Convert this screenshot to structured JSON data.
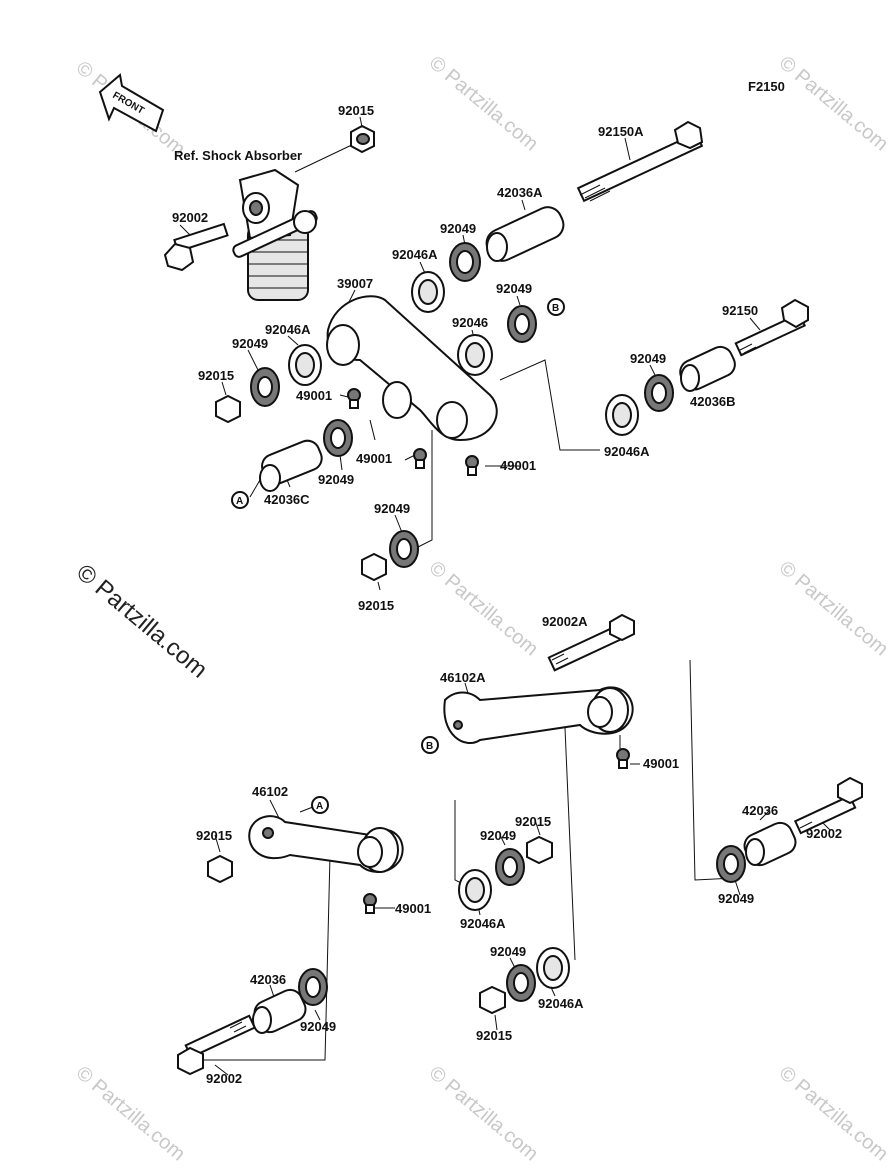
{
  "diagram_code": "F2150",
  "front_label": "FRONT",
  "ref_label": "Ref. Shock Absorber",
  "watermark": "© Partzilla.com",
  "markers": [
    "A",
    "B"
  ],
  "callouts": [
    "92015",
    "92002",
    "92150A",
    "42036A",
    "92049",
    "92046A",
    "39007",
    "92049",
    "92046",
    "92150",
    "92046A",
    "92049",
    "92015",
    "49001",
    "92049",
    "49001",
    "92049",
    "92046A",
    "42036B",
    "49001",
    "42036C",
    "92049",
    "92015",
    "92002A",
    "46102A",
    "49001",
    "46102",
    "92015",
    "92015",
    "92049",
    "92046A",
    "49001",
    "42036",
    "92049",
    "92002",
    "42036",
    "92002",
    "92049",
    "92049",
    "92046A",
    "92015"
  ]
}
